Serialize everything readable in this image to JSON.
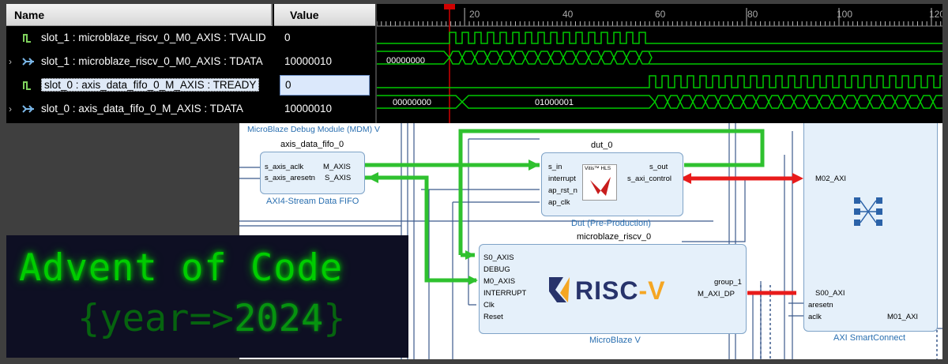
{
  "signal_panel": {
    "header_name": "Name",
    "header_value": "Value",
    "rows": [
      {
        "name": "slot_1 : microblaze_riscv_0_M0_AXIS : TVALID",
        "value": "0",
        "expandable": false,
        "selected": false
      },
      {
        "name": "slot_1 : microblaze_riscv_0_M0_AXIS : TDATA",
        "value": "10000010",
        "expandable": true,
        "selected": false
      },
      {
        "name": "slot_0 : axis_data_fifo_0_M_AXIS : TREADY",
        "value": "0",
        "expandable": false,
        "selected": true
      },
      {
        "name": "slot_0 : axis_data_fifo_0_M_AXIS : TDATA",
        "value": "10000010",
        "expandable": true,
        "selected": false
      }
    ]
  },
  "waveform": {
    "time_labels": [
      "20",
      "40",
      "60",
      "80",
      "100",
      "120"
    ],
    "bus_values": [
      "00000000",
      "00000000",
      "01000001"
    ],
    "colors": {
      "signal": "#00c800",
      "marker": "#e00000"
    }
  },
  "block_diagram": {
    "mdm_label": "MicroBlaze Debug Module (MDM) V",
    "fifo": {
      "title": "axis_data_fifo_0",
      "subtitle": "AXI4-Stream Data FIFO",
      "ports_left": [
        "s_axis_aclk",
        "s_axis_aresetn"
      ],
      "ports_right": [
        "M_AXIS",
        "S_AXIS"
      ]
    },
    "dut": {
      "title": "dut_0",
      "subtitle": "Dut (Pre-Production)",
      "ports_left": [
        "s_in",
        "interrupt",
        "ap_rst_n",
        "ap_clk"
      ],
      "ports_right": [
        "s_out",
        "s_axi_control"
      ],
      "logo_text": "Vitis™ HLS"
    },
    "riscv": {
      "title": "microblaze_riscv_0",
      "subtitle": "MicroBlaze V",
      "ports_left": [
        "S0_AXIS",
        "DEBUG",
        "M0_AXIS",
        "INTERRUPT",
        "Clk",
        "Reset"
      ],
      "ports_right": [
        "group_1",
        "M_AXI_DP"
      ],
      "logo_text_main": "RISC",
      "logo_text_dash": "-V"
    },
    "smartconnect": {
      "subtitle": "AXI SmartConnect",
      "ports_left": [
        "M02_AXI",
        "S00_AXI",
        "aresetn",
        "aclk"
      ],
      "ports_right": [
        "M01_AXI"
      ]
    }
  },
  "advent": {
    "title": "Advent of Code",
    "year_prefix": "{year=>",
    "year_value": "2024",
    "year_suffix": "}"
  }
}
